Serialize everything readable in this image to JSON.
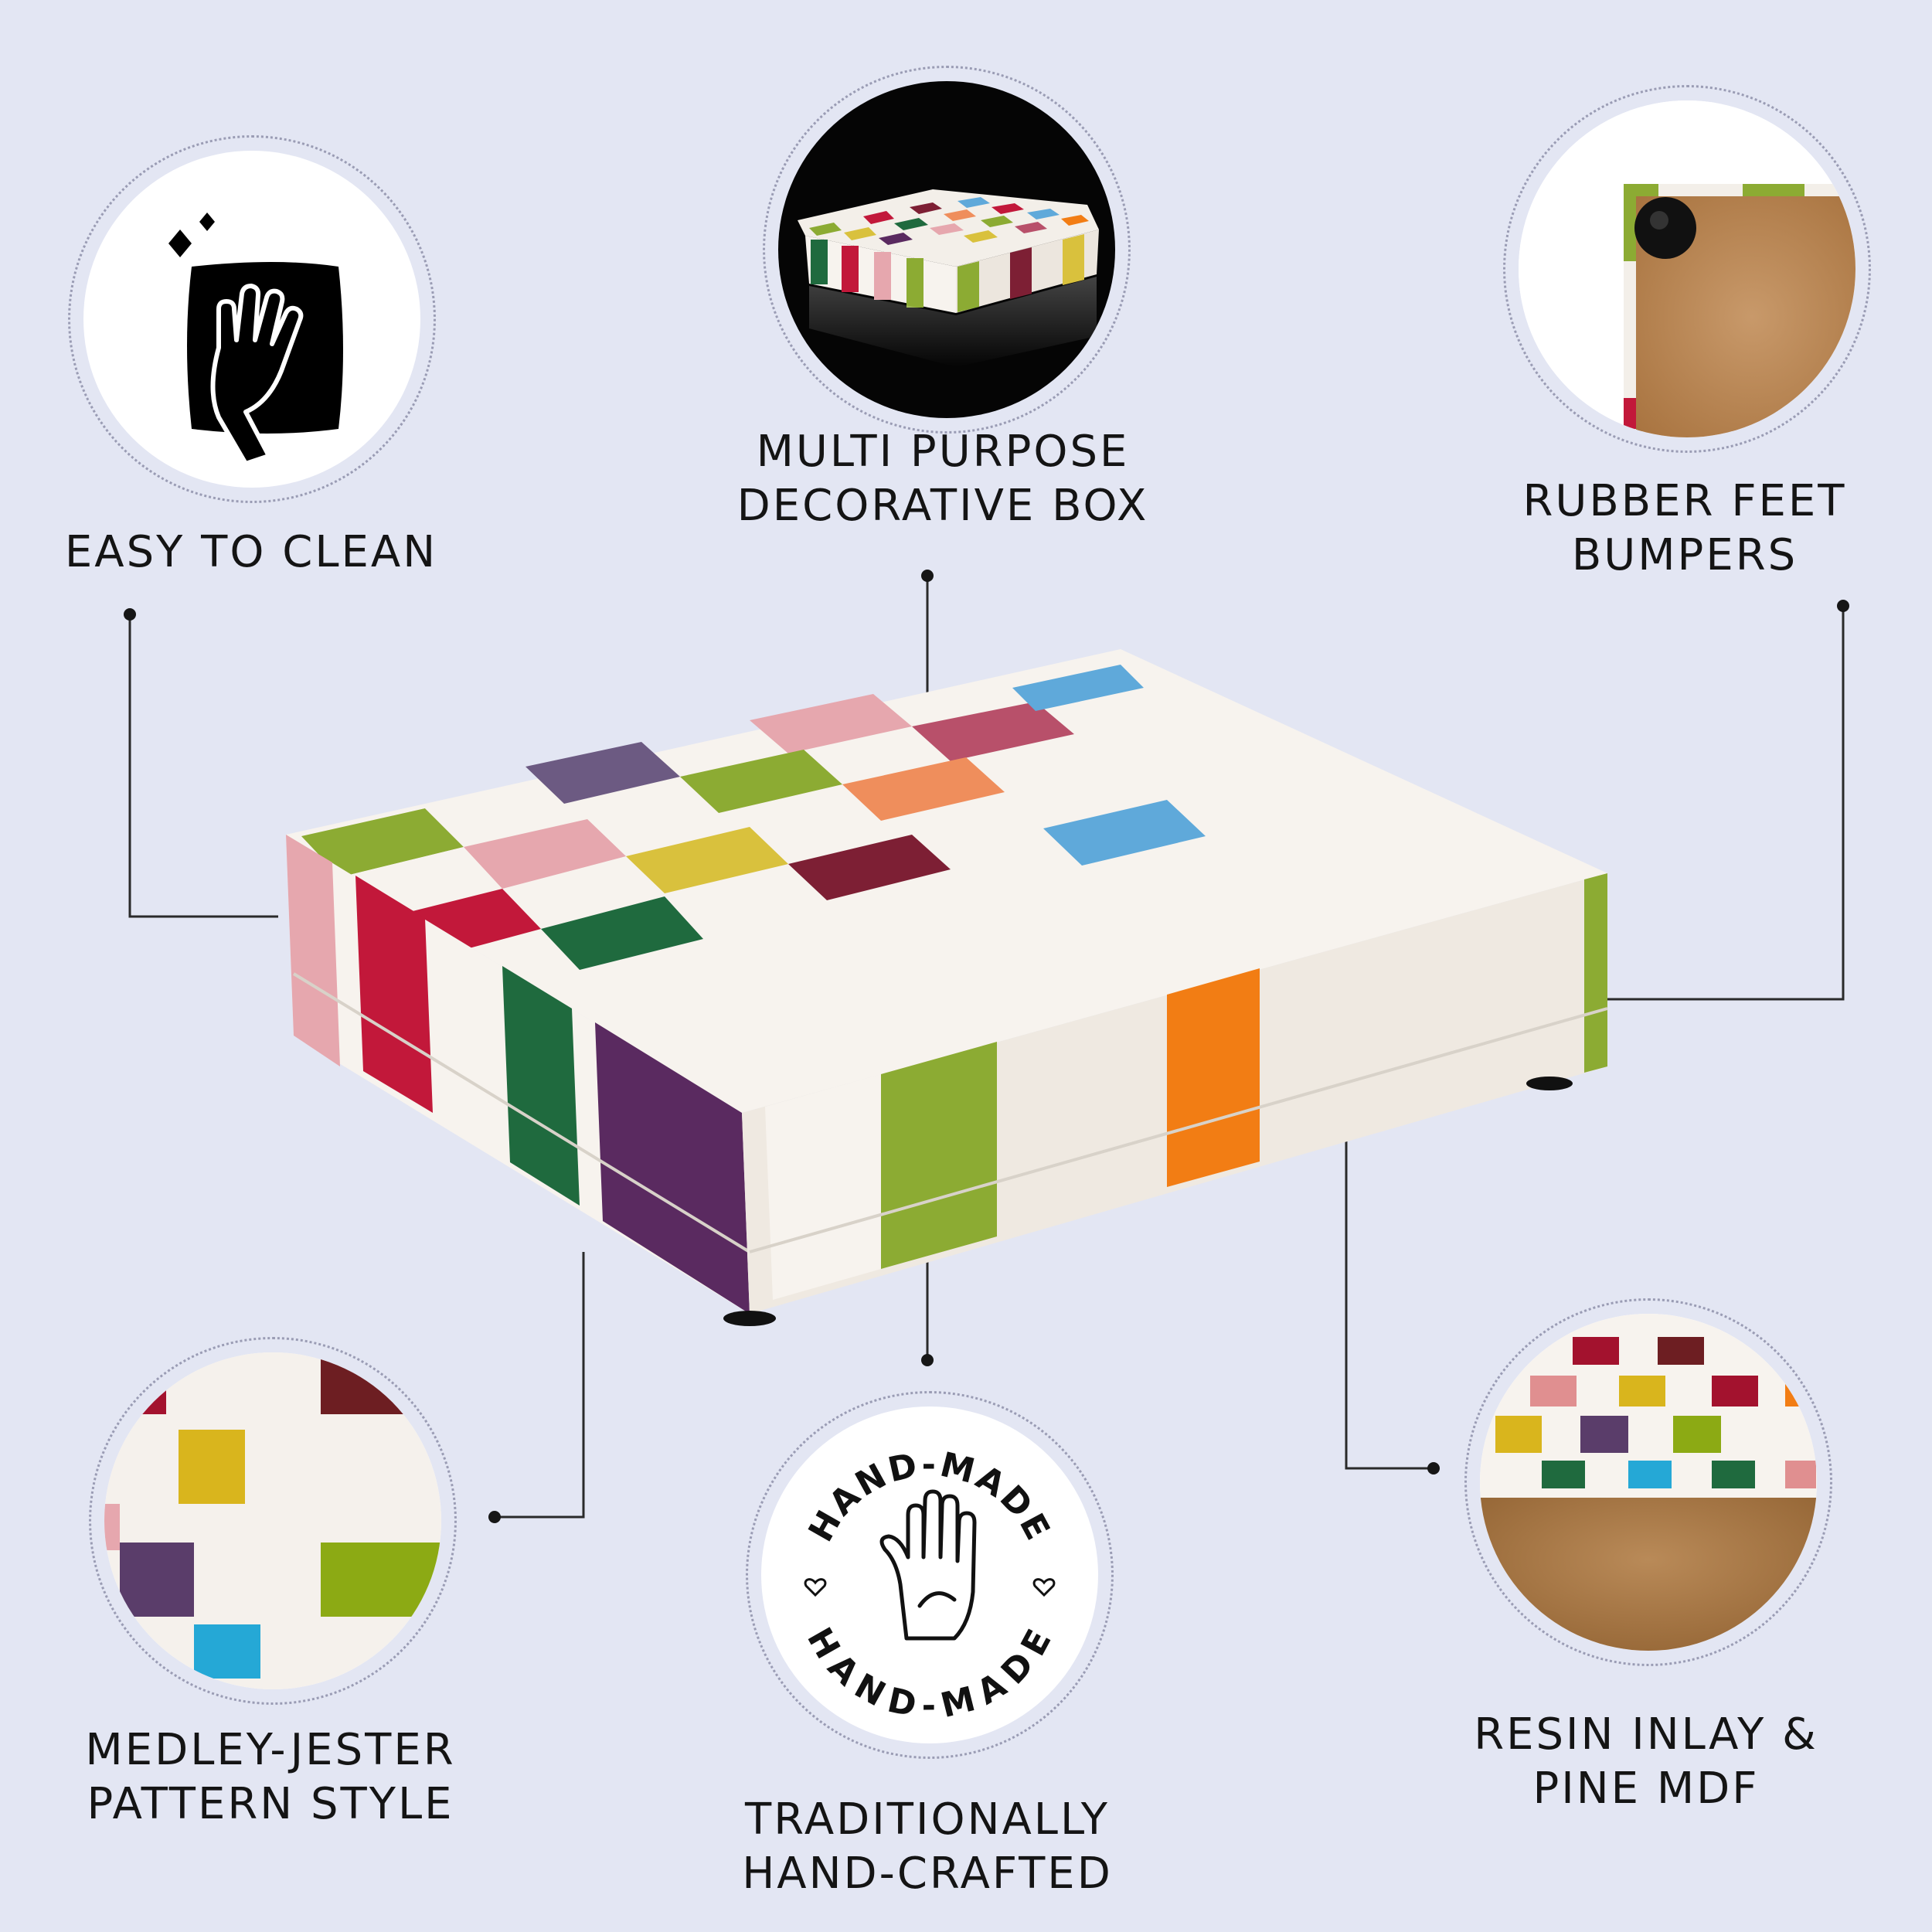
{
  "features": {
    "easy_clean": {
      "line1": "EASY TO CLEAN",
      "icon": "wipe-hand-icon"
    },
    "multi_purpose": {
      "line1": "MULTI PURPOSE",
      "line2": "DECORATIVE BOX",
      "photo": "box-on-black-photo"
    },
    "rubber_feet": {
      "line1": "RUBBER FEET",
      "line2": "BUMPERS",
      "photo": "rubber-foot-closeup"
    },
    "medley": {
      "line1": "MEDLEY-JESTER",
      "line2": "PATTERN STYLE",
      "photo": "pattern-closeup"
    },
    "handcrafted": {
      "line1": "TRADITIONALLY",
      "line2": "HAND-CRAFTED",
      "stamp_text": "HAND-MADE",
      "icon": "hand-made-stamp-icon"
    },
    "resin": {
      "line1": "RESIN INLAY &",
      "line2": "PINE MDF",
      "photo": "resin-mdf-closeup"
    }
  },
  "colors": {
    "background": "#e3e6f3",
    "crimson": "#c2183a",
    "wine": "#7d1f34",
    "olive": "#8cab33",
    "forest": "#1f6a3e",
    "plum": "#5a2a60",
    "violet": "#6c5a82",
    "pink": "#e6a7ae",
    "yellow": "#d9c13d",
    "orange": "#f27d14",
    "salmon": "#ef8e5c",
    "sky": "#5fa9da",
    "rose": "#b8506a",
    "ivory": "#f7f3ee"
  }
}
